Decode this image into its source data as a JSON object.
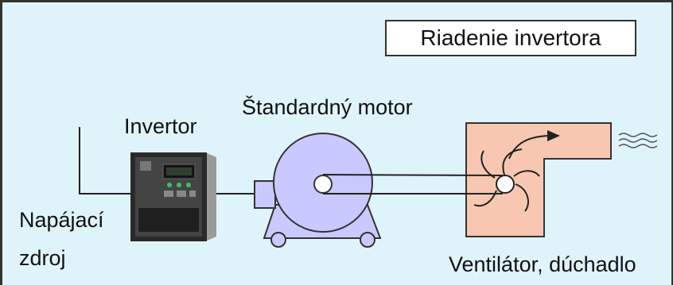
{
  "title": "Riadenie invertora",
  "labels": {
    "inverter": "Invertor",
    "motor": "Štandardný motor",
    "power_line1": "Napájací",
    "power_line2": "zdroj",
    "fan": "Ventilátor, dúchadlo"
  },
  "colors": {
    "background": "#dff4fa",
    "motor_fill": "#c9c9ff",
    "fan_fill": "#f7c7b2",
    "inverter_body": "#2a2a2a"
  },
  "icons": [
    "power-line-icon",
    "inverter-icon",
    "motor-icon",
    "belt-icon",
    "fan-duct-icon",
    "fan-rotor-icon",
    "airflow-arrow-icon",
    "air-outflow-icon"
  ]
}
